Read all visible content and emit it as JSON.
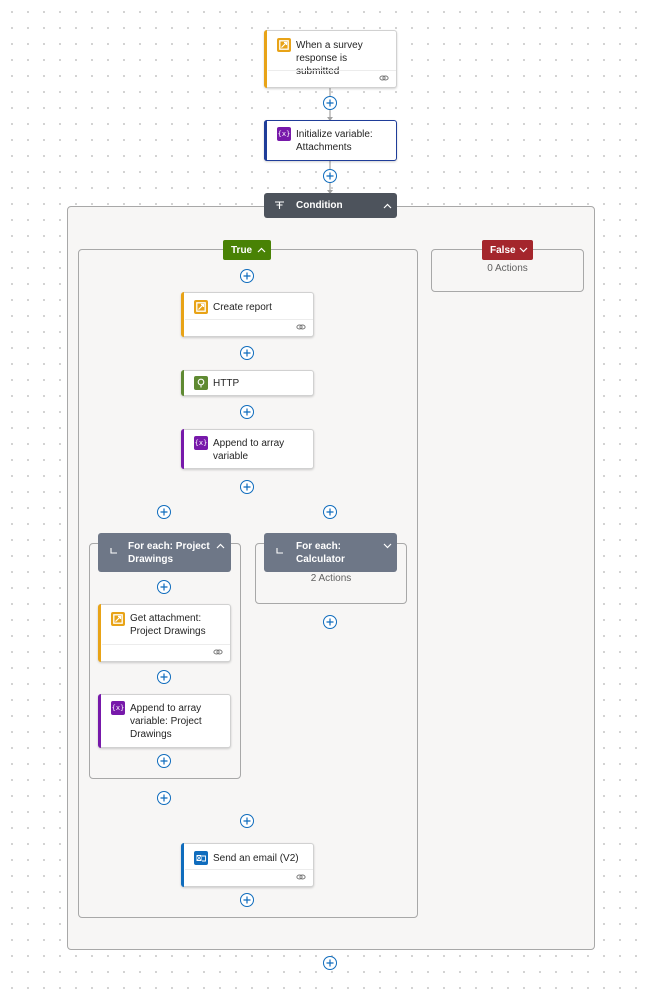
{
  "trigger": {
    "title": "When a survey response is submitted"
  },
  "init_var": {
    "title": "Initialize variable: Attachments"
  },
  "condition": {
    "title": "Condition"
  },
  "true_branch": {
    "label": "True"
  },
  "false_branch": {
    "label": "False",
    "actions_text": "0 Actions"
  },
  "create_report": {
    "title": "Create report"
  },
  "http": {
    "title": "HTTP"
  },
  "append_array": {
    "title": "Append to array variable"
  },
  "foreach_drawings": {
    "title": "For each: Project Drawings",
    "get_attachment": {
      "title": "Get attachment: Project Drawings"
    },
    "append_drawings": {
      "title": "Append to array variable: Project Drawings"
    }
  },
  "foreach_calculator": {
    "title": "For each: Calculator",
    "actions_text": "2 Actions"
  },
  "send_email": {
    "title": "Send an email (V2)"
  },
  "colors": {
    "forms": "#e8a317",
    "variable": "#7719aa",
    "http": "#5f8a32",
    "outlook": "#0f6cbd",
    "condition_header": "#4d535c",
    "foreach_header": "#6e7787",
    "true_pill": "#498205",
    "false_pill": "#a4262c",
    "add_button": "#0f6cbd"
  },
  "icons": {
    "forms": "forms-icon",
    "variable": "variable-icon",
    "http": "http-icon",
    "outlook": "outlook-icon",
    "condition": "condition-icon",
    "foreach": "foreach-icon",
    "link": "link-icon",
    "chevron_up": "chevron-up-icon",
    "chevron_down": "chevron-down-icon",
    "add": "plus-icon"
  }
}
